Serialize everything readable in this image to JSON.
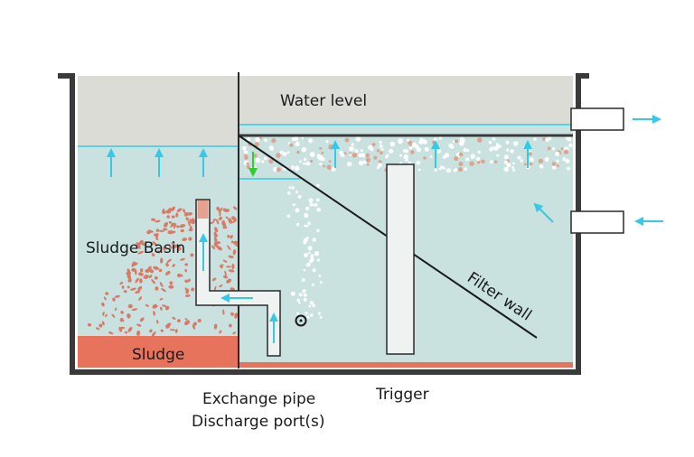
{
  "labels": {
    "water_level": "Water level",
    "sludge_basin": "Sludge Basin",
    "sludge": "Sludge",
    "filter_wall": "Filter wall",
    "exchange_pipe": "Exchange pipe",
    "discharge_ports": "Discharge port(s)",
    "trigger": "Trigger"
  },
  "colors": {
    "water": "#c9e2e0",
    "air": "#dcdcd7",
    "wall": "#3a3a3a",
    "sludge": "#e8735d",
    "sludge_particle": "#d97a66",
    "flow_arrow": "#34c9e6",
    "drop_arrow": "#33cc33",
    "pipe_fill": "#eef3f2",
    "bubble": "#ffffff"
  },
  "icons": {
    "flow": "arrow-up-icon",
    "outlet": "arrow-right-icon",
    "inlet": "arrow-left-icon",
    "drop": "arrow-down-icon",
    "discharge": "ring-icon"
  }
}
